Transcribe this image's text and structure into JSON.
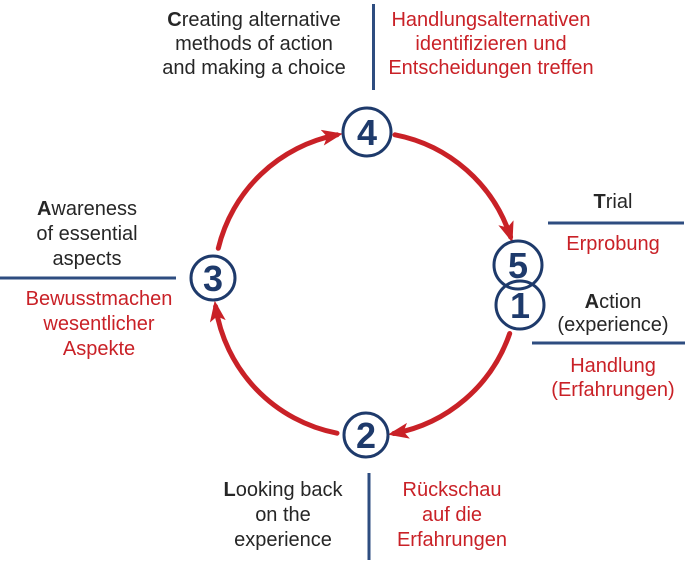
{
  "colors": {
    "navy": "#1e3a6b",
    "line_navy": "#2e4d80",
    "red": "#c92127",
    "text_black": "#262626"
  },
  "nodes": {
    "n1": "1",
    "n2": "2",
    "n3": "3",
    "n4": "4",
    "n5": "5"
  },
  "labels": {
    "top_en": {
      "line1_bold": "C",
      "line1_rest": "reating alternative",
      "line2": "methods of action",
      "line3": "and making a choice"
    },
    "top_de": {
      "line1": "Handlungsalternativen",
      "line2": "identifizieren und",
      "line3": "Entscheidungen treffen"
    },
    "left_en": {
      "line1_bold": "A",
      "line1_rest": "wareness",
      "line2": "of essential",
      "line3": "aspects"
    },
    "left_de": {
      "line1": "Bewusstmachen",
      "line2": "wesentlicher",
      "line3": "Aspekte"
    },
    "trial_en": {
      "bold": "T",
      "rest": "rial"
    },
    "trial_de": "Erprobung",
    "action_en": {
      "line1_bold": "A",
      "line1_rest": "ction",
      "line2": "(experience)"
    },
    "action_de": {
      "line1": "Handlung",
      "line2": "(Erfahrungen)"
    },
    "bottom_en": {
      "line1_bold": "L",
      "line1_rest": "ooking back",
      "line2": "on the",
      "line3": "experience"
    },
    "bottom_de": {
      "line1": "Rückschau",
      "line2": "auf die",
      "line3": "Erfahrungen"
    }
  }
}
